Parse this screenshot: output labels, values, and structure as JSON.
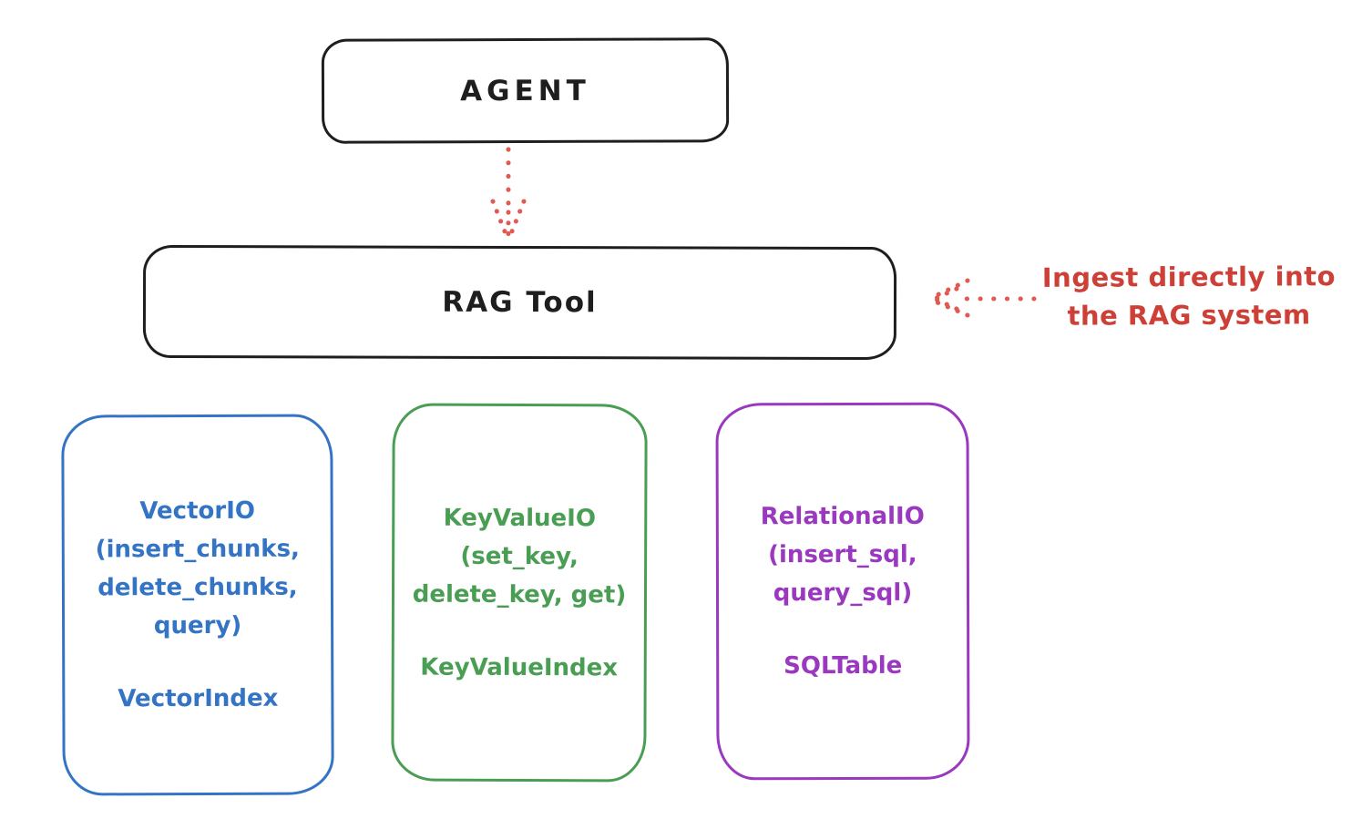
{
  "colors": {
    "ink": "#1e1e1e",
    "canvas-bg": "#ffffff",
    "blue": "#3474c4",
    "green": "#4a9e53",
    "purple": "#9a38bf",
    "red-text": "#cd4038",
    "red-arrow": "#e05a52"
  },
  "nodes": {
    "agent": {
      "label": "AGENT"
    },
    "rag_tool": {
      "label": "RAG Tool"
    },
    "vector": {
      "lines": [
        "VectorIO",
        "(insert_chunks,",
        "delete_chunks,",
        "query)"
      ],
      "footer": "VectorIndex"
    },
    "keyvalue": {
      "lines": [
        "KeyValueIO",
        "(set_key,",
        "delete_key, get)"
      ],
      "footer": "KeyValueIndex"
    },
    "relational": {
      "lines": [
        "RelationalIO",
        "(insert_sql,",
        "query_sql)"
      ],
      "footer": "SQLTable"
    }
  },
  "annotation": {
    "lines": [
      "Ingest directly into",
      "the RAG system"
    ]
  }
}
